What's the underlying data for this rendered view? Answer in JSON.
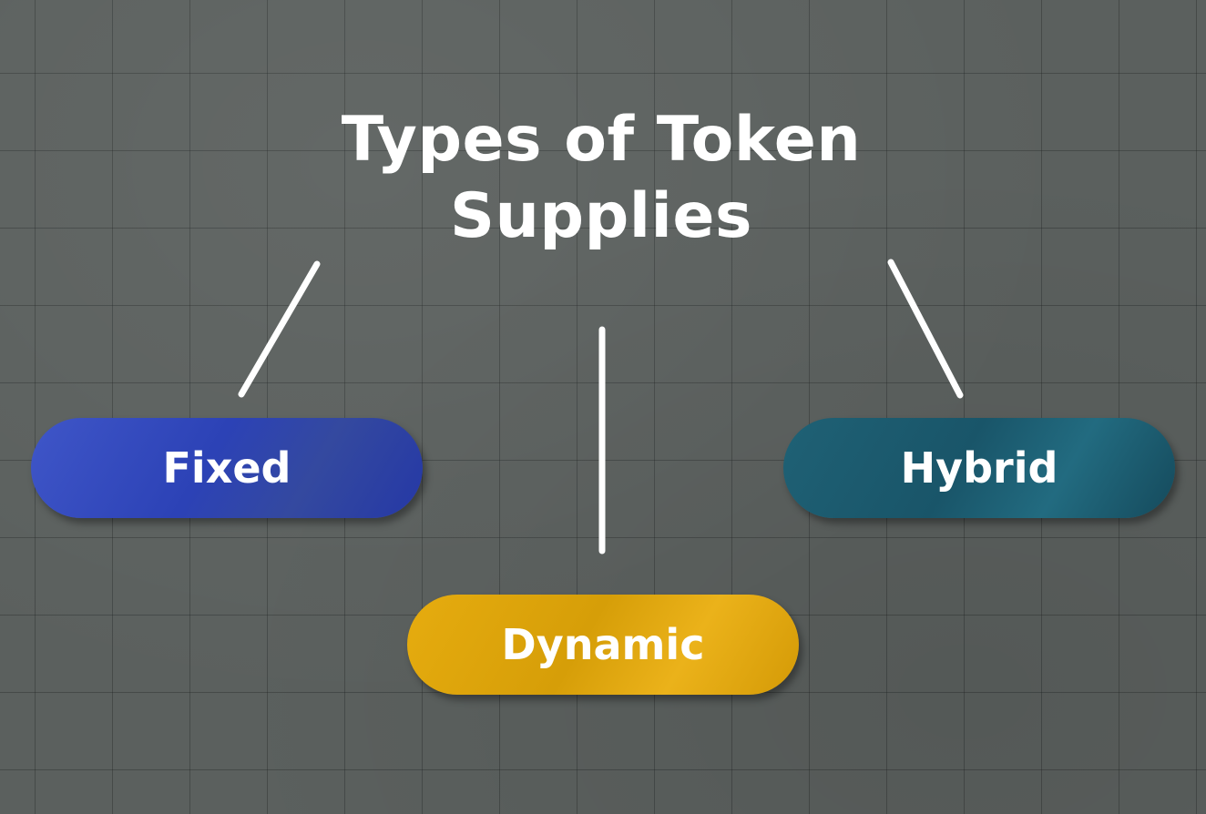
{
  "diagram": {
    "title": "Types of  Token\nSupplies",
    "nodes": {
      "fixed": {
        "label": "Fixed",
        "color": "#3349bb"
      },
      "dynamic": {
        "label": "Dynamic",
        "color": "#e0a60c"
      },
      "hybrid": {
        "label": "Hybrid",
        "color": "#1c5b6f"
      }
    },
    "colors": {
      "background": "#5b605e",
      "text": "#ffffff",
      "connector": "#ffffff"
    }
  }
}
